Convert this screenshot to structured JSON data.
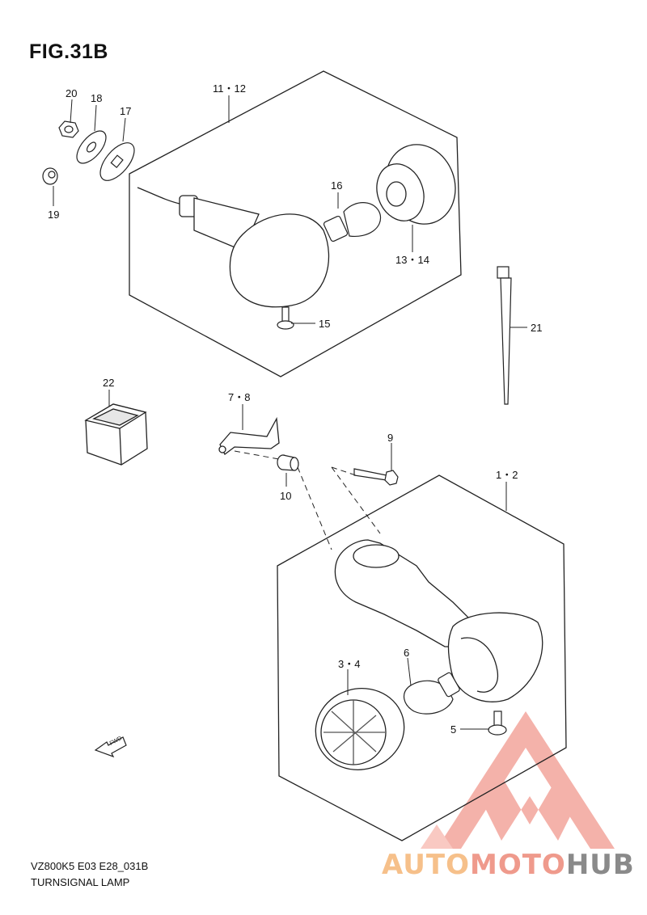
{
  "figure": {
    "title": "FIG.31B",
    "model_code": "VZ800K5 E03 E28_031B",
    "name": "TURNSIGNAL LAMP"
  },
  "callouts": {
    "c20": "20",
    "c18": "18",
    "c17": "17",
    "c19": "19",
    "c11_12": "11・12",
    "c16": "16",
    "c13_14": "13・14",
    "c15": "15",
    "c21": "21",
    "c22": "22",
    "c7_8": "7・8",
    "c9": "9",
    "c10": "10",
    "c1_2": "1・2",
    "c3_4": "3・4",
    "c6": "6",
    "c5": "5"
  },
  "fwd_label": "FWD",
  "watermark": {
    "part1": "AUTO",
    "part2": "MOTO",
    "part3": "HUB",
    "colors": {
      "auto": "#f6c08a",
      "moto": "#ef9a8c",
      "hub": "#8a8a8a",
      "logo": "#ef8f86"
    }
  }
}
